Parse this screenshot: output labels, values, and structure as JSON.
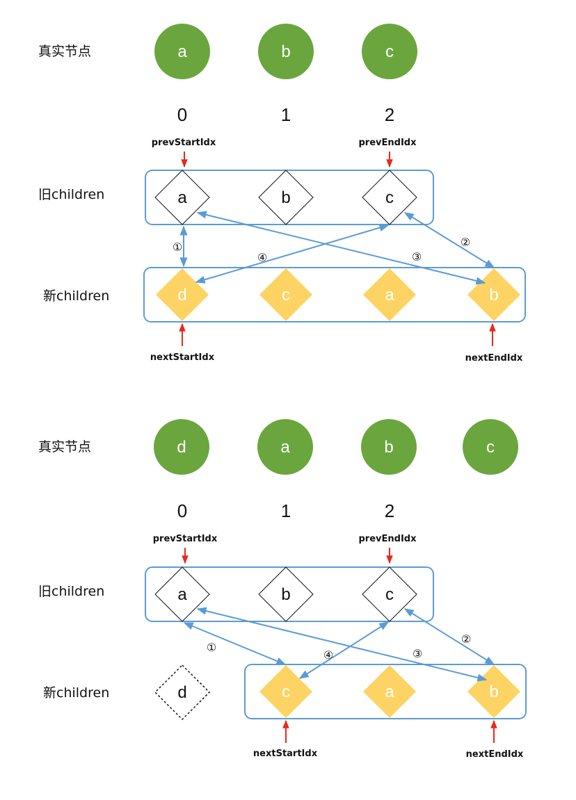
{
  "colors": {
    "real_node": "#6aa63d",
    "new_node": "#fdd363",
    "blue": "#5b9bd5",
    "red": "#e8281c"
  },
  "panels": [
    {
      "row_labels": {
        "real": "真实节点",
        "old": "旧children",
        "new": "新children"
      },
      "real_nodes": [
        "a",
        "b",
        "c"
      ],
      "indices": [
        "0",
        "1",
        "2"
      ],
      "old_nodes": [
        "a",
        "b",
        "c"
      ],
      "new_nodes": [
        "d",
        "c",
        "a",
        "b"
      ],
      "pointers": {
        "prev_start": "prevStartIdx",
        "prev_end": "prevEndIdx",
        "next_start": "nextStartIdx",
        "next_end": "nextEndIdx"
      },
      "steps": [
        "①",
        "②",
        "③",
        "④"
      ]
    },
    {
      "row_labels": {
        "real": "真实节点",
        "old": "旧children",
        "new": "新children"
      },
      "real_nodes": [
        "d",
        "a",
        "b",
        "c"
      ],
      "indices": [
        "0",
        "1",
        "2"
      ],
      "old_nodes": [
        "a",
        "b",
        "c"
      ],
      "new_nodes": [
        "d",
        "c",
        "a",
        "b"
      ],
      "pointers": {
        "prev_start": "prevStartIdx",
        "prev_end": "prevEndIdx",
        "next_start": "nextStartIdx",
        "next_end": "nextEndIdx"
      },
      "steps": [
        "①",
        "②",
        "③",
        "④"
      ]
    }
  ]
}
